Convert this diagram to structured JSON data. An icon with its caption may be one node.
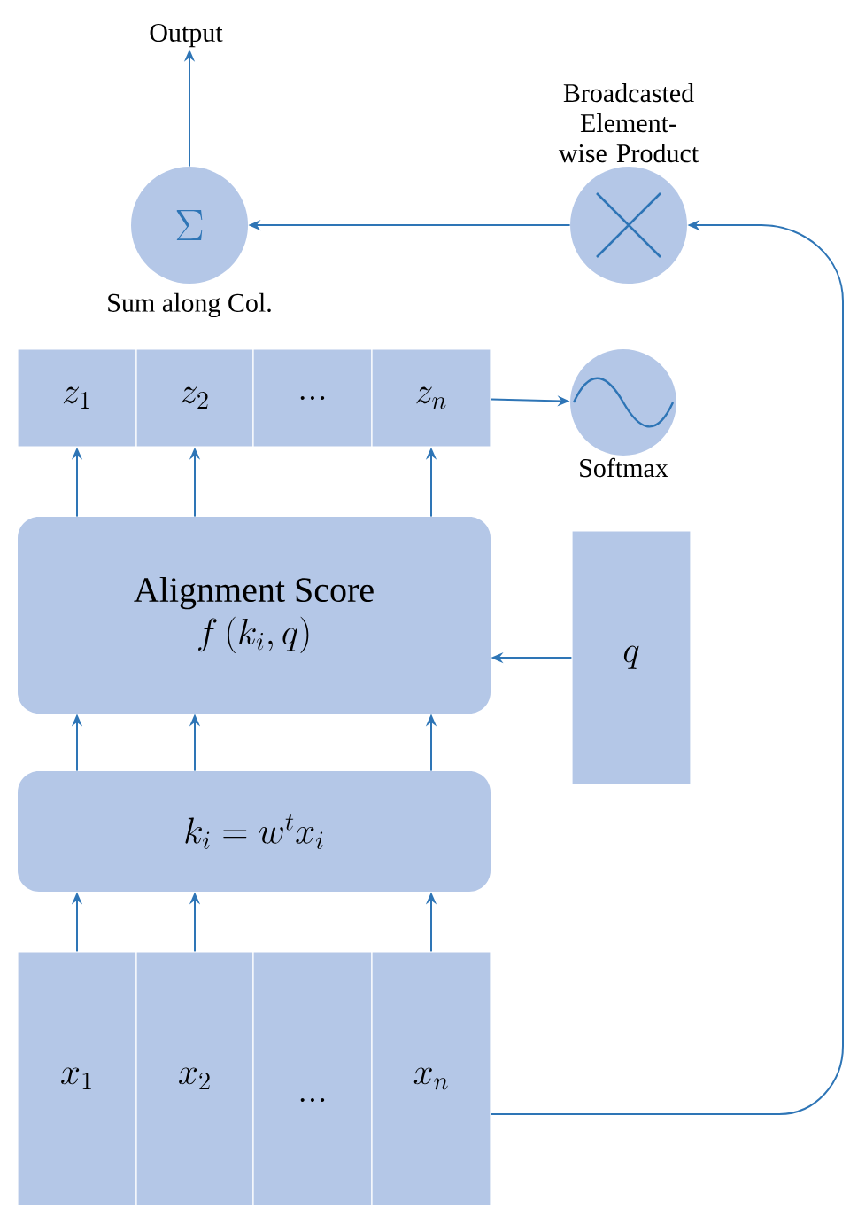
{
  "diagram": {
    "nodes": [
      {
        "text": [
          "Output"
        ]
      },
      {
        "text": [
          "\\Sigma"
        ],
        "beside": [
          "Sum along Col."
        ]
      },
      {
        "text": [
          "Broadcasted Element-wise Product"
        ]
      },
      {
        "text": [
          "z_{1}"
        ]
      },
      {
        "text": [
          "z_{2}"
        ]
      },
      {
        "text": [
          "..."
        ]
      },
      {
        "text": [
          "z_{n}"
        ]
      },
      {
        "text": [
          "Softmax"
        ]
      },
      {
        "text": [
          "Alignment Score",
          "f\\,(k_{i}, q)"
        ]
      },
      {
        "text": [
          "q"
        ]
      },
      {
        "text": [
          "k_{i} = w^{t} x_{i}"
        ]
      },
      {
        "text": [
          "x_{1}"
        ]
      },
      {
        "text": [
          "x_{2}"
        ]
      },
      {
        "text": [
          "..."
        ]
      },
      {
        "text": [
          "x_{n}"
        ]
      }
    ],
    "edges": [
      {
        "from": 1,
        "to": 0,
        "arrow": "to"
      },
      {
        "from": 2,
        "to": 1,
        "arrow": "to"
      },
      {
        "from": 14,
        "to": 2,
        "arrow": "to"
      },
      {
        "from": 6,
        "to": 7,
        "arrow": "to"
      },
      {
        "from": 8,
        "to": 3,
        "arrow": "to"
      },
      {
        "from": 8,
        "to": 4,
        "arrow": "to"
      },
      {
        "from": 8,
        "to": 6,
        "arrow": "to"
      },
      {
        "from": 9,
        "to": 8,
        "arrow": "to"
      },
      {
        "from": 10,
        "to": 8,
        "arrow": "to"
      },
      {
        "from": 10,
        "to": 8,
        "arrow": "to"
      },
      {
        "from": 10,
        "to": 8,
        "arrow": "to"
      },
      {
        "from": 11,
        "to": 10,
        "arrow": "to"
      },
      {
        "from": 12,
        "to": 10,
        "arrow": "to"
      },
      {
        "from": 14,
        "to": 10,
        "arrow": "to"
      }
    ]
  }
}
